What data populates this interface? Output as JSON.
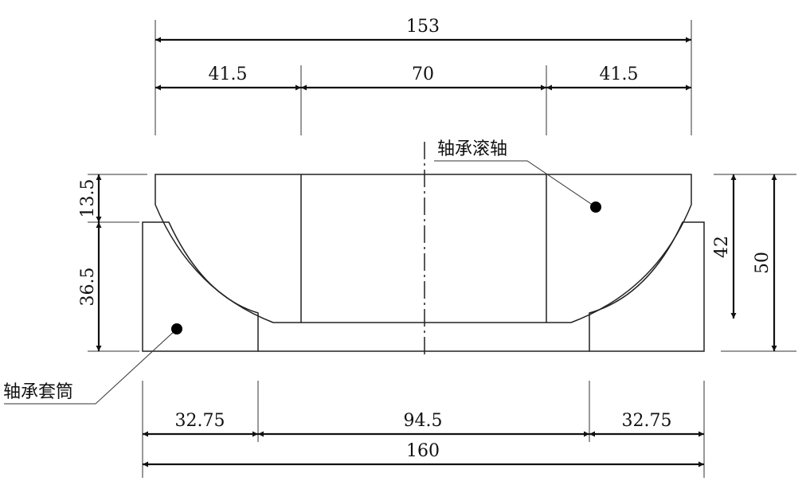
{
  "title": "Bearing cross-section drawing",
  "labels": {
    "roller": "轴承滚轴",
    "sleeve": "轴承套筒"
  },
  "dimensions": {
    "top_total": "153",
    "top_left": "41.5",
    "top_middle": "70",
    "top_right": "41.5",
    "left_upper": "13.5",
    "left_lower": "36.5",
    "right_inner": "42",
    "right_outer": "50",
    "bottom_left": "32.75",
    "bottom_middle": "94.5",
    "bottom_right": "32.75",
    "bottom_total": "160"
  }
}
